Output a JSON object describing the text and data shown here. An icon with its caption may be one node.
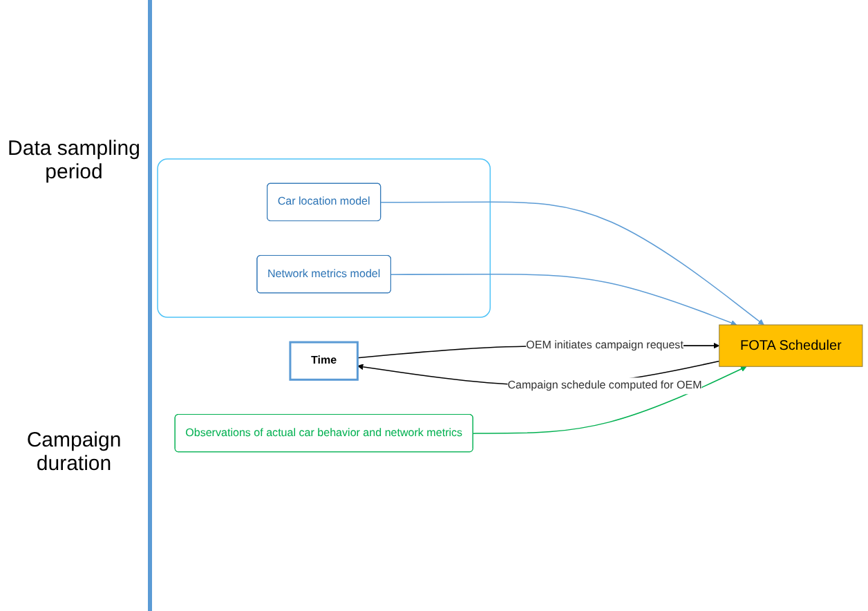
{
  "diagram": {
    "nodes": [
      {
        "text": [],
        "shape": "box"
      },
      {
        "text": [
          "Car location model"
        ],
        "in": 0
      },
      {
        "text": [
          "Network metrics model"
        ],
        "in": 0
      },
      {
        "text": [
          "FOTA Scheduler"
        ]
      },
      {
        "text": [
          "Observations of actual car behavior and network metrics"
        ]
      },
      {
        "text": [
          "Time"
        ]
      }
    ],
    "edges": [
      {
        "from": 1,
        "to": 3,
        "arrow": "to",
        "color": "#5b9bd5"
      },
      {
        "from": 2,
        "to": 3,
        "arrow": "to",
        "color": "#5b9bd5"
      },
      {
        "from": 5,
        "to": 3,
        "arrow": "to",
        "label": "OEM initiates campaign request",
        "color": "#000000"
      },
      {
        "from": 3,
        "to": 5,
        "arrow": "to",
        "label": "Campaign schedule computed for OEM",
        "color": "#000000"
      },
      {
        "from": 4,
        "to": 3,
        "arrow": "to",
        "color": "#00b050"
      }
    ],
    "labels": [
      "Data sampling period",
      "Campaign duration"
    ]
  }
}
